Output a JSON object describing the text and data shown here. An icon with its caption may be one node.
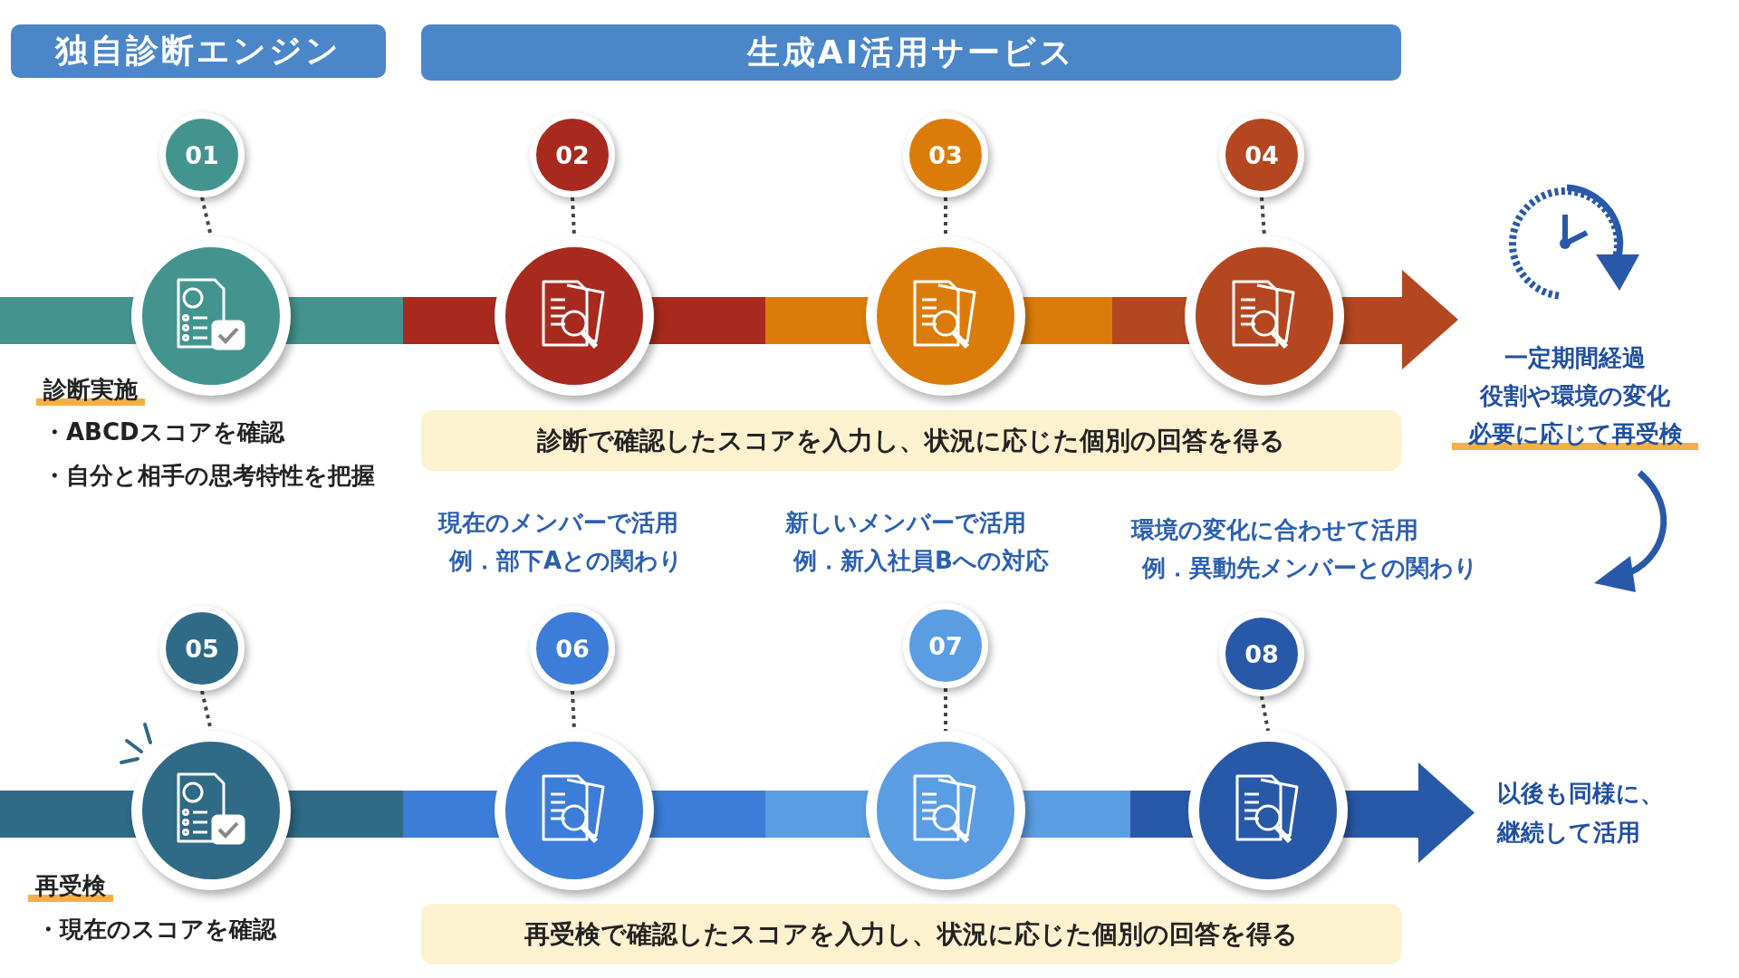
{
  "diagram": {
    "nodes": [
      {
        "text": [
          "独自診断エンジン"
        ]
      },
      {
        "text": [
          "生成AI活用サービス"
        ]
      },
      {
        "text": [
          "01"
        ]
      },
      {
        "text": [],
        "shape": "circle"
      },
      {
        "text": [
          "02"
        ]
      },
      {
        "text": [],
        "shape": "circle"
      },
      {
        "text": [
          "03"
        ]
      },
      {
        "text": [],
        "shape": "circle"
      },
      {
        "text": [
          "04"
        ]
      },
      {
        "text": [],
        "shape": "circle"
      },
      {
        "text": [
          "診断で確認したスコアを入力し、状況に応じた個別の回答を得る"
        ]
      },
      {
        "text": [
          "05"
        ]
      },
      {
        "text": [],
        "shape": "circle"
      },
      {
        "text": [
          "06"
        ]
      },
      {
        "text": [],
        "shape": "circle"
      },
      {
        "text": [
          "07"
        ]
      },
      {
        "text": [],
        "shape": "circle"
      },
      {
        "text": [
          "08"
        ]
      },
      {
        "text": [],
        "shape": "circle"
      },
      {
        "text": [
          "再受検で確認したスコアを入力し、状況に応じた個別の回答を得る"
        ]
      }
    ],
    "edges": [
      {
        "from": 2,
        "to": 3,
        "arrow": "none",
        "style": "dashed"
      },
      {
        "from": 4,
        "to": 5,
        "arrow": "none",
        "style": "dashed"
      },
      {
        "from": 6,
        "to": 7,
        "arrow": "none",
        "style": "dashed"
      },
      {
        "from": 8,
        "to": 9,
        "arrow": "none",
        "style": "dashed"
      },
      {
        "from": 11,
        "to": 12,
        "arrow": "none",
        "style": "dashed"
      },
      {
        "from": 13,
        "to": 14,
        "arrow": "none",
        "style": "dashed"
      },
      {
        "from": 15,
        "to": 16,
        "arrow": "none",
        "style": "dashed"
      },
      {
        "from": 17,
        "to": 18,
        "arrow": "none",
        "style": "dashed"
      }
    ],
    "labels": [
      "診断実施",
      "・ABCDスコアを確認",
      "・自分と相手の思考特性を把握",
      "一定期間経過",
      "役割や環境の変化",
      "必要に応じて再受検",
      "現在のメンバーで活用",
      "例．部下Aとの関わり",
      "新しいメンバーで活用",
      "例．新入社員Bへの対応",
      "環境の変化に合わせて活用",
      "例．異動先メンバーとの関わり",
      "再受検",
      "・現在のスコアを確認",
      "以後も同様に、",
      "継続して活用"
    ]
  }
}
